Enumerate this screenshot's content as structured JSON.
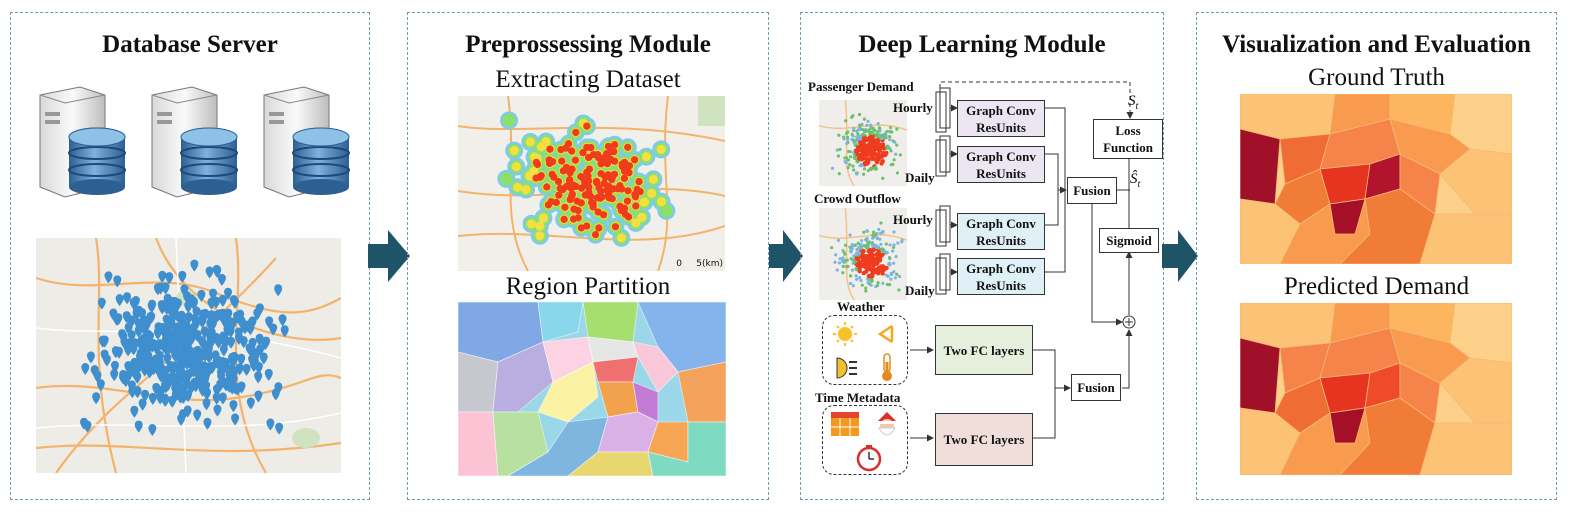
{
  "panels": {
    "database": {
      "title": "Database Server"
    },
    "preprocessing": {
      "title": "Preprossessing Module",
      "sub1": "Extracting Dataset",
      "sub2": "Region Partition",
      "scale": "0     5(km)"
    },
    "deep": {
      "title": "Deep Learning Module",
      "passenger_demand": "Passenger Demand",
      "crowd_outflow": "Crowd Outflow",
      "weather": "Weather",
      "time_metadata": "Time Metadata",
      "hourly": "Hourly",
      "daily": "Daily",
      "graph_conv": "Graph Conv ResUnits",
      "fusion": "Fusion",
      "sigmoid": "Sigmoid",
      "loss": "Loss Function",
      "two_fc": "Two FC layers",
      "s_t": "S",
      "s_t_sub": "t"
    },
    "viz": {
      "title": "Visualization and Evaluation",
      "sub1": "Ground Truth",
      "sub2": "Predicted Demand"
    }
  },
  "colors": {
    "panel_border": "#6f9bb0",
    "arrow": "#1f5468",
    "graph_blue": "#dff0f7",
    "graph_purple": "#ece6f2",
    "fc_green": "#e6eedc",
    "fc_red": "#f0dedb"
  }
}
